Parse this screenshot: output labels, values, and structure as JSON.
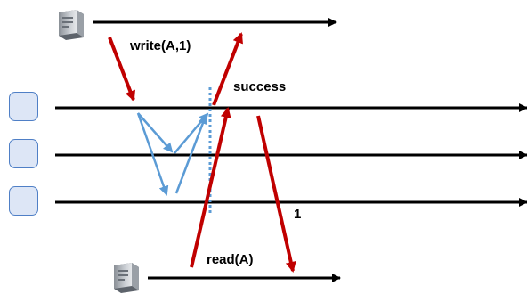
{
  "labels": {
    "write": "write(A,1)",
    "success": "success",
    "read": "read(A)",
    "result": "1"
  },
  "icons": {
    "writer": "server-computer-icon",
    "reader": "server-computer-icon",
    "replica": "replica-node-box"
  },
  "colors": {
    "timeline": "#000000",
    "client_message": "#c00000",
    "replication_message": "#5b9bd5",
    "linearization_point": "#5b9bd5",
    "replica_fill": "#dde6f6",
    "replica_border": "#4f7fc6"
  }
}
